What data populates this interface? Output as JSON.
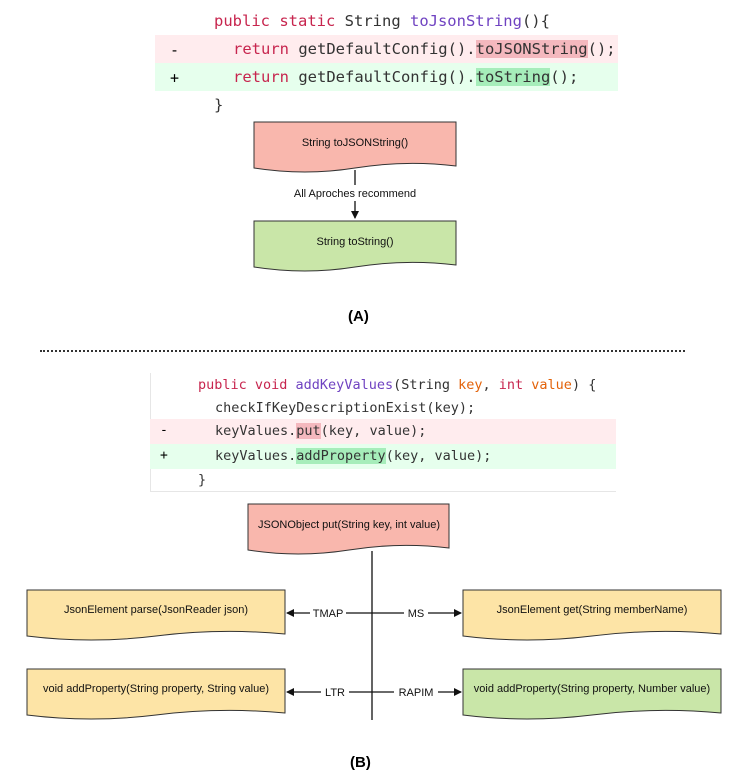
{
  "panel_a": {
    "code": {
      "line1_kw": "public static ",
      "line1_type": "String ",
      "line1_fn": "toJsonString",
      "line1_end": "(){",
      "del_sign": "-",
      "del_kw": "return ",
      "del_pre": "getDefaultConfig().",
      "del_mark": "toJSONString",
      "del_post": "();",
      "add_sign": "+",
      "add_kw": "return ",
      "add_pre": "getDefaultConfig().",
      "add_mark": "toString",
      "add_post": "();",
      "close": "}"
    },
    "nodes": {
      "source": "String toJSONString()",
      "target": "String toString()"
    },
    "edge_label": "All Aproches recommend",
    "caption": "(A)"
  },
  "panel_b": {
    "code": {
      "line1_kw": "public void ",
      "line1_fn": "addKeyValues",
      "line1_a": "(String ",
      "line1_p1": "key",
      "line1_b": ", ",
      "line1_int": "int ",
      "line1_p2": "value",
      "line1_c": ") {",
      "line2": "checkIfKeyDescriptionExist(key);",
      "del_sign": "-",
      "del_pre": "keyValues.",
      "del_mark": "put",
      "del_post": "(key, value);",
      "add_sign": "+",
      "add_pre": "keyValues.",
      "add_mark": "addProperty",
      "add_post": "(key, value);",
      "close": "}"
    },
    "nodes": {
      "source": "JSONObject put(String key, int value)",
      "tmap": "JsonElement parse(JsonReader json)",
      "ms": "JsonElement get(String memberName)",
      "ltr": "void addProperty(String property, String value)",
      "rapim": "void addProperty(String property, Number value)"
    },
    "edge_labels": {
      "tmap": "TMAP",
      "ms": "MS",
      "ltr": "LTR",
      "rapim": "RAPIM"
    },
    "caption": "(B)"
  },
  "colors": {
    "source_fill": "#f9b7ad",
    "target_fill": "#c9e6a8",
    "candidate_fill": "#fde4a6",
    "del_bg": "#ffecee",
    "add_bg": "#e6ffed"
  }
}
